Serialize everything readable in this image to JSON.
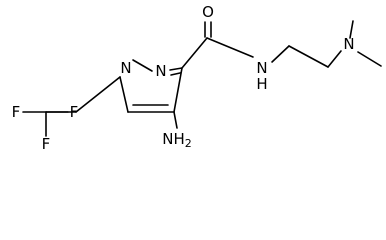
{
  "molecule": {
    "atoms": {
      "N1": "N",
      "N2": "N",
      "O": "O",
      "NH_amide": "N",
      "H_amide": "H",
      "N_dimethyl": "N",
      "NH2_amino": "NH",
      "amino_sub": "2",
      "F_left": "F",
      "F_right": "F",
      "F_bottom": "F"
    }
  }
}
